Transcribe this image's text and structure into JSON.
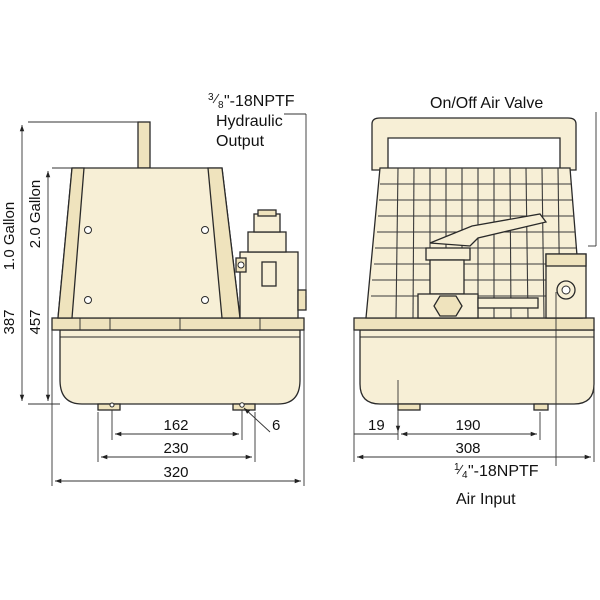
{
  "labels": {
    "hydraulic_output_fraction_num": "3",
    "hydraulic_output_fraction_den": "8",
    "hydraulic_output_thread": "\"-18NPTF",
    "hydraulic_output_line2": "Hydraulic",
    "hydraulic_output_line3": "Output",
    "on_off_air_valve": "On/Off Air Valve",
    "air_input_fraction_num": "1",
    "air_input_fraction_den": "4",
    "air_input_thread": "\"-18NPTF",
    "air_input_line2": "Air Input",
    "capacity_1": "1.0 Gallon",
    "capacity_2": "2.0 Gallon"
  },
  "dimensions": {
    "height_1_gallon": "387",
    "height_2_gallon": "457",
    "side_foot_spacing": "162",
    "side_base_width": "230",
    "side_overall_width": "320",
    "foot_hole": "6",
    "front_foot_offset": "19",
    "front_foot_spacing": "190",
    "front_overall_width": "308"
  },
  "colors": {
    "body_fill": "#f7efd6",
    "body_shade": "#efe3bd",
    "outline": "#2a2a2a"
  }
}
